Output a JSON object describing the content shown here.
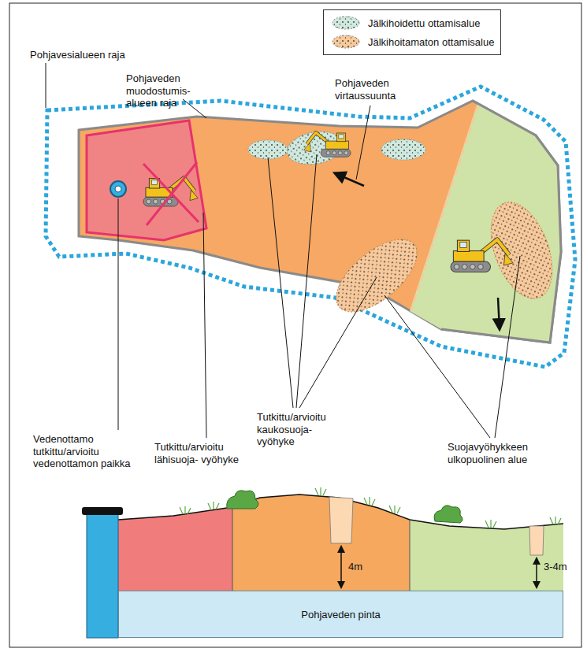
{
  "diagram": {
    "nodes": [
      {
        "text": [
          "Pohjaveden pinta"
        ]
      }
    ],
    "labels": [
      "Pohjavesialueen raja",
      "Pohjaveden muodostumis- alueen raja",
      "Pohjaveden virtaussuunta",
      "Vedenottamo tutkittu/arvioitu vedenottamon paikka",
      "Tutkittu/arvioitu lähisuoja- vyöhyke",
      "Tutkittu/arvioitu kaukosuoja- vyöhyke",
      "Suojavyöhykkeen ulkopuolinen alue",
      "4m",
      "3-4m"
    ],
    "legend": [
      {
        "text": "Jälkihoidettu ottamisalue",
        "color": "#cfe9df"
      },
      {
        "text": "Jälkihoitamaton ottamisalue",
        "color": "#f7c99b"
      }
    ]
  }
}
